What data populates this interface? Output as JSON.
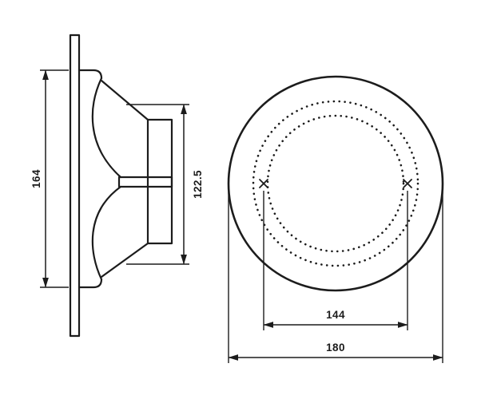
{
  "drawing": {
    "description": "Technical dimension drawing of a round loudspeaker: side cross-section view (left) and front view (right)",
    "colors": {
      "line": "#1c1c1c",
      "background": "#ffffff"
    },
    "side_view": {
      "height_label": "164",
      "depth_label": "122.5"
    },
    "front_view": {
      "bolt_circle_label": "144",
      "outer_diameter_label": "180"
    }
  }
}
